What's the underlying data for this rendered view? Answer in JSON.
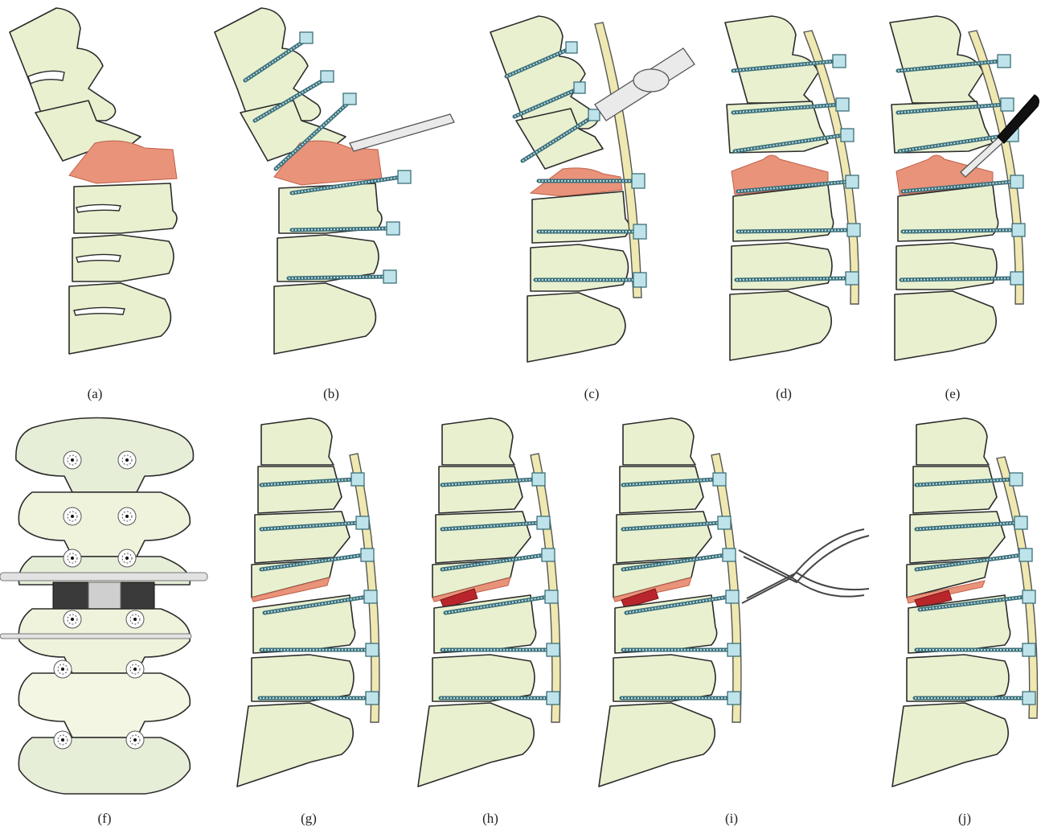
{
  "figure": {
    "panels": [
      {
        "id": "a",
        "caption": "(a)"
      },
      {
        "id": "b",
        "caption": "(b)"
      },
      {
        "id": "c",
        "caption": "(c)"
      },
      {
        "id": "d",
        "caption": "(d)"
      },
      {
        "id": "e",
        "caption": "(e)"
      },
      {
        "id": "f",
        "caption": "(f)"
      },
      {
        "id": "g",
        "caption": "(g)"
      },
      {
        "id": "h",
        "caption": "(h)"
      },
      {
        "id": "i",
        "caption": "(i)"
      },
      {
        "id": "j",
        "caption": "(j)"
      }
    ]
  },
  "colors": {
    "bone": "#e8f0cf",
    "lesion": "#e8937a",
    "lesion_dark": "#b8262c",
    "screw": "#bfe3ea",
    "rod": "#efe8b0",
    "posterior_view_bg": "#e6eed8"
  }
}
